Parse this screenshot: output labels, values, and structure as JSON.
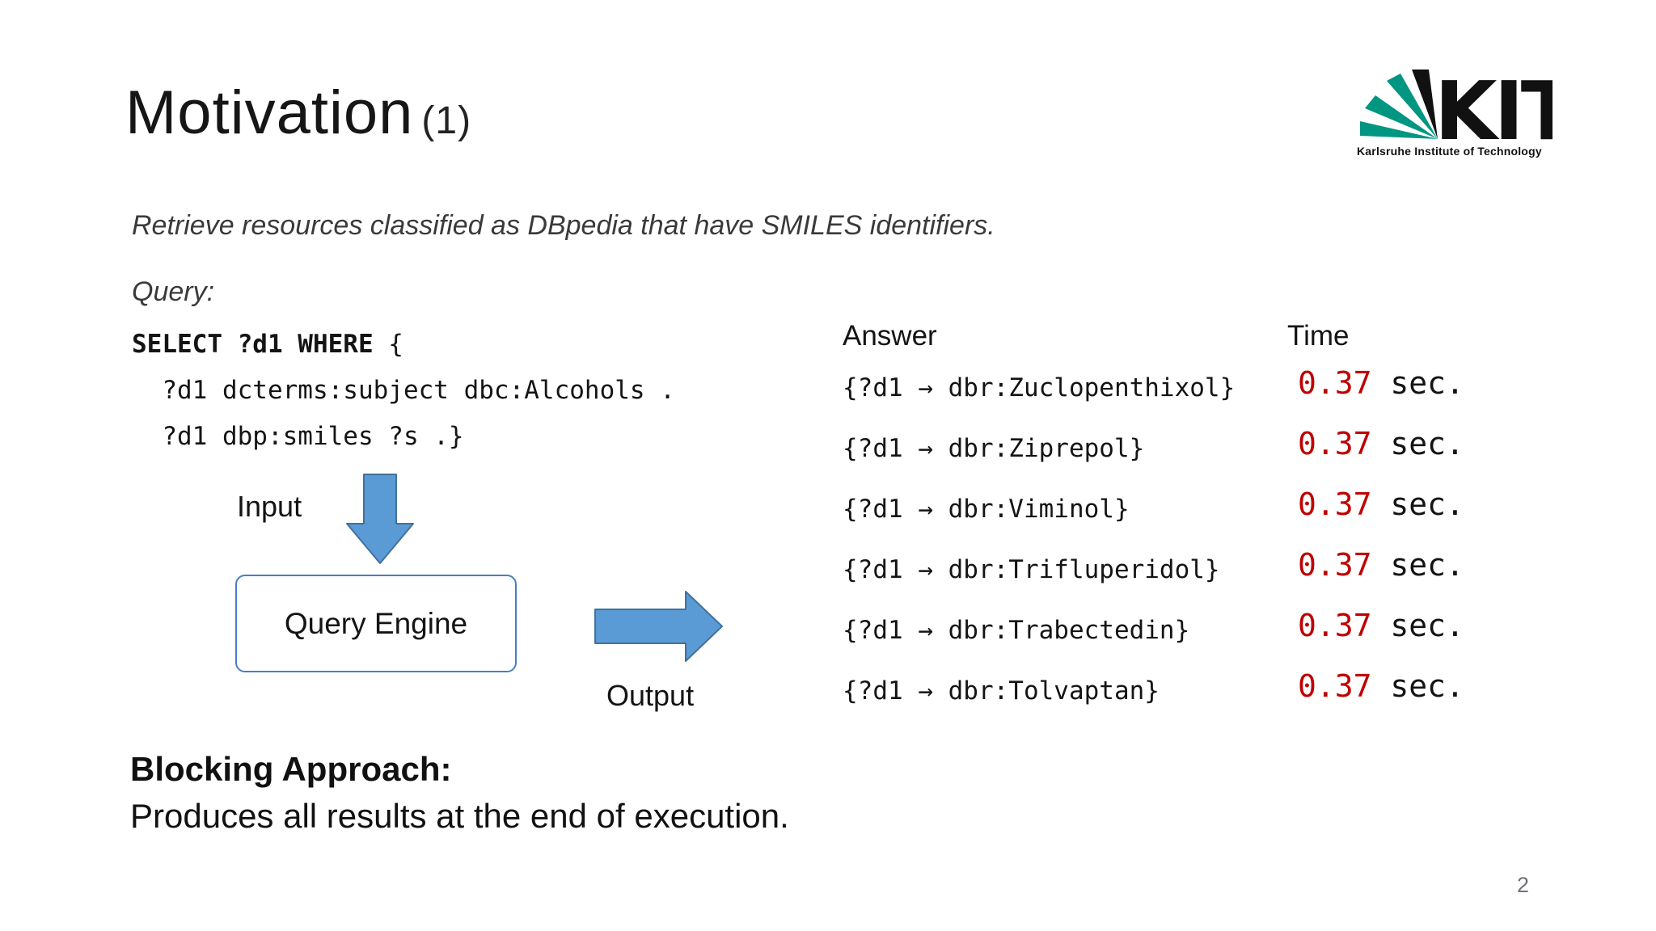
{
  "slide": {
    "title": "Motivation",
    "title_suffix": "(1)",
    "page_number": "2"
  },
  "logo": {
    "acronym": "KIT",
    "tagline": "Karlsruhe Institute of Technology",
    "green": "#009682",
    "black": "#111111"
  },
  "intro": {
    "description": "Retrieve resources classified as DBpedia that have SMILES identifiers.",
    "query_label": "Query:"
  },
  "query_code": {
    "line1_bold": "SELECT ?d1 WHERE",
    "line1_rest": " {",
    "line2": "  ?d1 dcterms:subject dbc:Alcohols .",
    "line3": "  ?d1 dbp:smiles ?s .}"
  },
  "diagram": {
    "input_label": "Input",
    "engine_label": "Query Engine",
    "output_label": "Output",
    "arrow_fill": "#5b9bd5",
    "arrow_stroke": "#41719c"
  },
  "results": {
    "answer_header": "Answer",
    "time_header": "Time",
    "time_color": "#c00000",
    "rows": [
      {
        "answer": "{?d1 → dbr:Zuclopenthixol}",
        "time": "0.37",
        "unit": " sec."
      },
      {
        "answer": "{?d1 → dbr:Ziprepol}",
        "time": "0.37",
        "unit": " sec."
      },
      {
        "answer": "{?d1 → dbr:Viminol}",
        "time": "0.37",
        "unit": " sec."
      },
      {
        "answer": "{?d1 → dbr:Trifluperidol}",
        "time": "0.37",
        "unit": " sec."
      },
      {
        "answer": "{?d1 → dbr:Trabectedin}",
        "time": "0.37",
        "unit": " sec."
      },
      {
        "answer": "{?d1 → dbr:Tolvaptan}",
        "time": "0.37",
        "unit": " sec."
      }
    ]
  },
  "footer": {
    "heading": "Blocking Approach:",
    "body": "Produces all results at the end of execution."
  }
}
